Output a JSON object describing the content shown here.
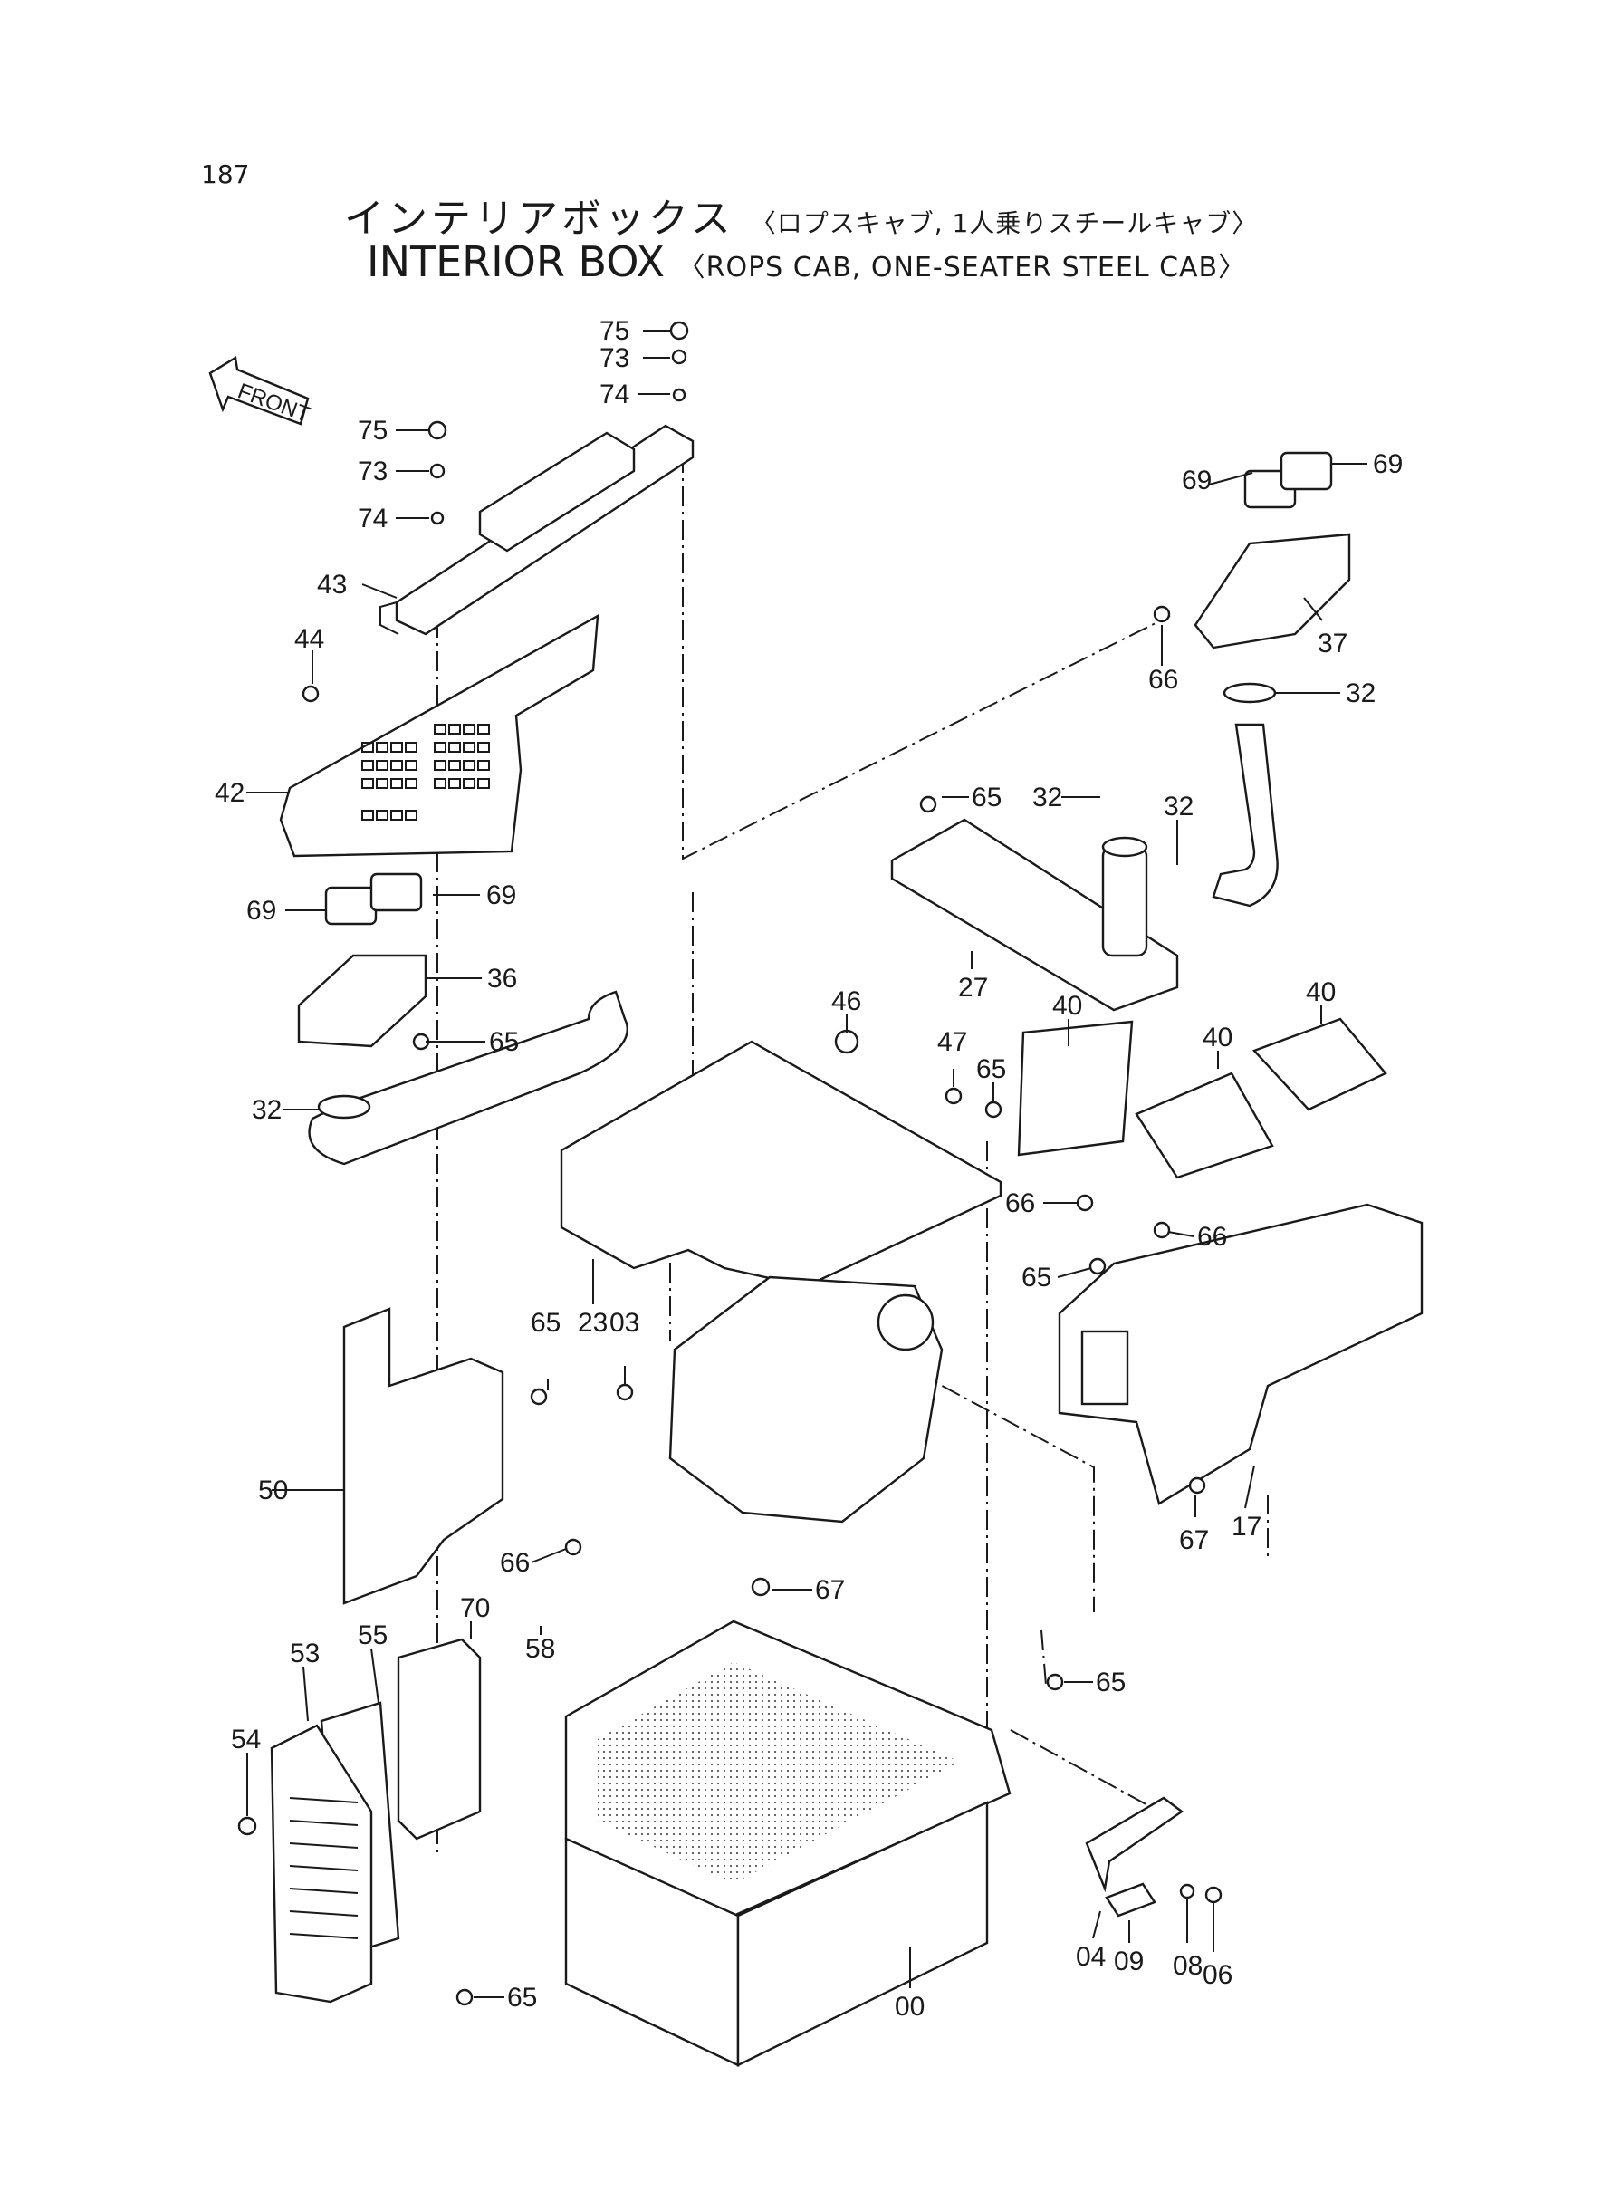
{
  "page": {
    "number": "187",
    "title_ja": "インテリアボックス",
    "title_ja_sub": "〈ロプスキャブ, 1人乗りスチールキャブ〉",
    "title_en": "INTERIOR BOX",
    "title_en_sub": "〈ROPS CAB, ONE-SEATER STEEL CAB〉"
  },
  "front_arrow": {
    "label": "FRONT"
  },
  "callouts": [
    "75",
    "73",
    "74",
    "75",
    "73",
    "74",
    "43",
    "44",
    "42",
    "69",
    "69",
    "36",
    "65",
    "32",
    "69",
    "69",
    "37",
    "66",
    "32",
    "65",
    "32",
    "32",
    "27",
    "46",
    "47",
    "65",
    "40",
    "40",
    "40",
    "23",
    "03",
    "65",
    "50",
    "66",
    "65",
    "66",
    "17",
    "67",
    "66",
    "67",
    "70",
    "55",
    "58",
    "53",
    "54",
    "65",
    "65",
    "04",
    "09",
    "08",
    "06",
    "00"
  ]
}
